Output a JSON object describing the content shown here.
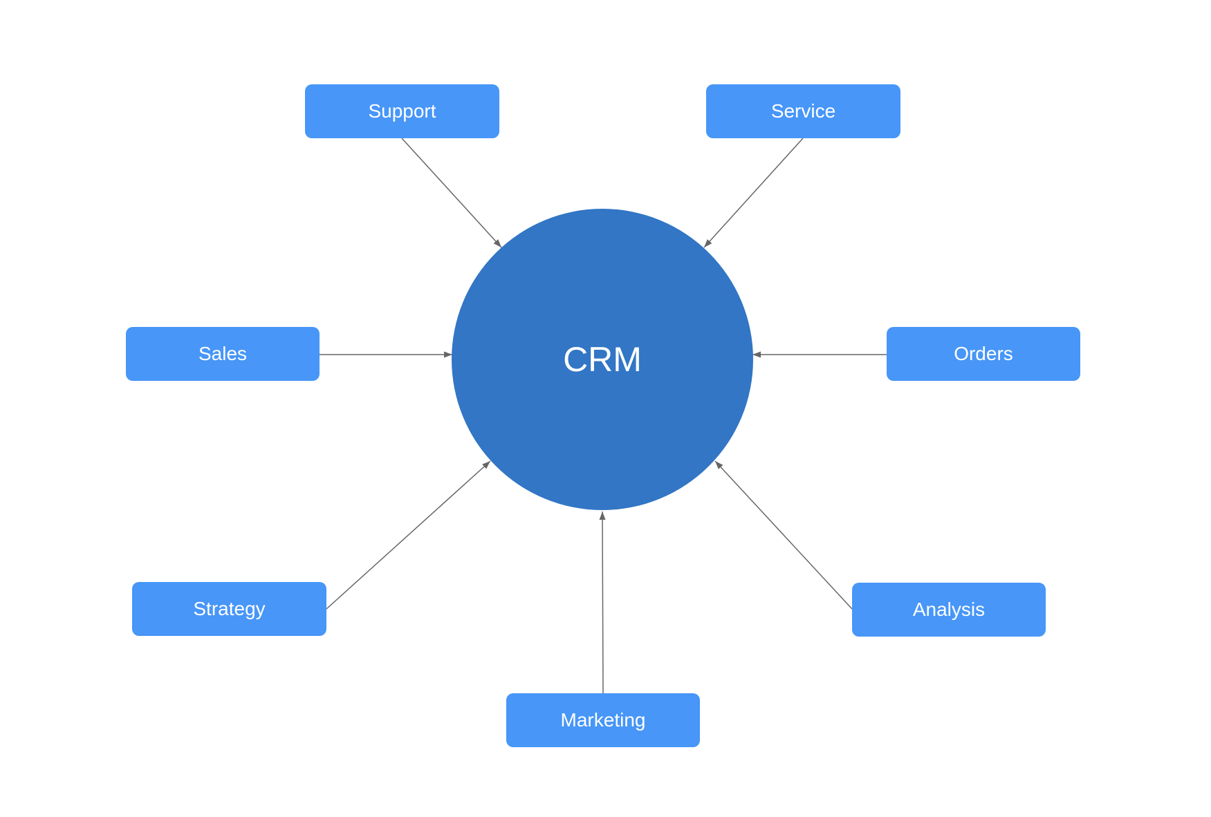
{
  "diagram": {
    "type": "hub-and-spoke",
    "hub": {
      "id": "crm",
      "label": "CRM",
      "shape": "circle"
    },
    "nodes": [
      {
        "id": "support",
        "label": "Support"
      },
      {
        "id": "service",
        "label": "Service"
      },
      {
        "id": "sales",
        "label": "Sales"
      },
      {
        "id": "orders",
        "label": "Orders"
      },
      {
        "id": "strategy",
        "label": "Strategy"
      },
      {
        "id": "analysis",
        "label": "Analysis"
      },
      {
        "id": "marketing",
        "label": "Marketing"
      }
    ],
    "edges": [
      {
        "from": "support",
        "to": "crm",
        "directed": true
      },
      {
        "from": "service",
        "to": "crm",
        "directed": true
      },
      {
        "from": "sales",
        "to": "crm",
        "directed": true
      },
      {
        "from": "orders",
        "to": "crm",
        "directed": true
      },
      {
        "from": "strategy",
        "to": "crm",
        "directed": true
      },
      {
        "from": "analysis",
        "to": "crm",
        "directed": true
      },
      {
        "from": "marketing",
        "to": "crm",
        "directed": true
      }
    ],
    "colors": {
      "node_fill": "#4796F8",
      "hub_fill": "#3276C5",
      "connector": "#666666",
      "label_text": "#FFFFFF",
      "background": "#FFFFFF"
    }
  }
}
